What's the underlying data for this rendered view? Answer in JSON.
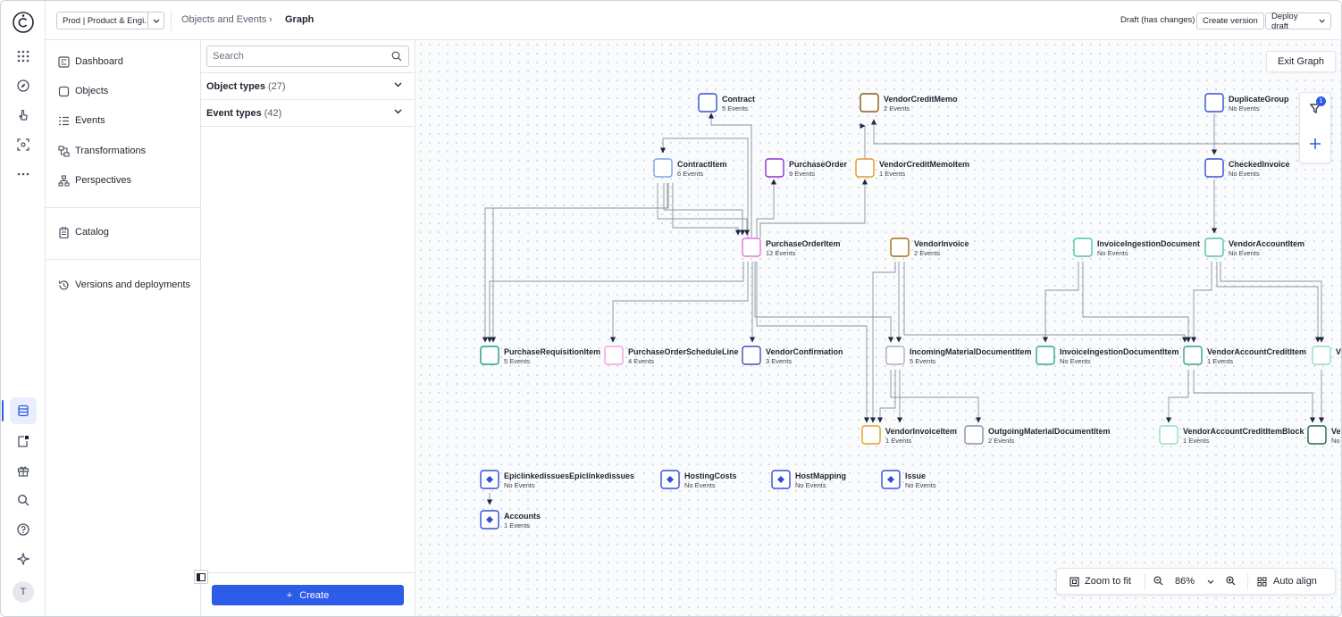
{
  "topbar": {
    "environment": "Prod | Product & Engi...",
    "breadcrumb": [
      "Objects and Events",
      "Graph"
    ],
    "breadcrumb_separator": "›",
    "status": "Draft (has changes)",
    "create_version": "Create version",
    "deploy_draft": "Deploy draft"
  },
  "menu": {
    "items": [
      "Dashboard",
      "Objects",
      "Events",
      "Transformations",
      "Perspectives"
    ],
    "catalog": "Catalog",
    "versions": "Versions and deployments"
  },
  "panel": {
    "search_placeholder": "Search",
    "object_types_label": "Object types",
    "object_types_count": "(27)",
    "event_types_label": "Event types",
    "event_types_count": "(42)",
    "create_label": "Create"
  },
  "canvas": {
    "exit_graph": "Exit Graph",
    "filter_badge": "1",
    "zoom_to_fit": "Zoom to fit",
    "zoom_level": "86%",
    "auto_align": "Auto align"
  },
  "rail": {
    "avatar": "T"
  },
  "colors": {
    "accent": "#2c5ce8"
  },
  "graph": {
    "nodes": [
      {
        "id": "contract",
        "name": "Contract",
        "sub": "5 Events",
        "color": "#2f4fd8"
      },
      {
        "id": "vcm",
        "name": "VendorCreditMemo",
        "sub": "2 Events",
        "color": "#8a5a12"
      },
      {
        "id": "dup",
        "name": "DuplicateGroup",
        "sub": "No Events",
        "color": "#2f4fd8"
      },
      {
        "id": "ci",
        "name": "ContractItem",
        "sub": "6 Events",
        "color": "#7aa3e8"
      },
      {
        "id": "po",
        "name": "PurchaseOrder",
        "sub": "9 Events",
        "color": "#8a2fd8"
      },
      {
        "id": "vcmi",
        "name": "VendorCreditMemoItem",
        "sub": "1 Events",
        "color": "#e09a2a"
      },
      {
        "id": "chk",
        "name": "CheckedInvoice",
        "sub": "No Events",
        "color": "#2f4fd8"
      },
      {
        "id": "poi",
        "name": "PurchaseOrderItem",
        "sub": "12 Events",
        "color": "#e07ad8"
      },
      {
        "id": "vi",
        "name": "VendorInvoice",
        "sub": "2 Events",
        "color": "#a86a12"
      },
      {
        "id": "iid",
        "name": "InvoiceIngestionDocument",
        "sub": "No Events",
        "color": "#4fc4a0"
      },
      {
        "id": "vai",
        "name": "VendorAccountItem",
        "sub": "No Events",
        "color": "#4fc4a0"
      },
      {
        "id": "pri",
        "name": "PurchaseRequisitionItem",
        "sub": "5 Events",
        "color": "#1e9a8a"
      },
      {
        "id": "posl",
        "name": "PurchaseOrderScheduleLine",
        "sub": "4 Events",
        "color": "#f0a0e0"
      },
      {
        "id": "vc",
        "name": "VendorConfirmation",
        "sub": "3 Events",
        "color": "#3a50b8"
      },
      {
        "id": "imdi",
        "name": "IncomingMaterialDocumentItem",
        "sub": "5 Events",
        "color": "#aab0c0"
      },
      {
        "id": "iidi",
        "name": "InvoiceIngestionDocumentItem",
        "sub": "No Events",
        "color": "#2fa88a"
      },
      {
        "id": "vaci",
        "name": "VendorAccountCreditItem",
        "sub": "1 Events",
        "color": "#2fa88a"
      },
      {
        "id": "edge1",
        "name": "Ve",
        "sub": "",
        "color": "#8fe0c8"
      },
      {
        "id": "vii",
        "name": "VendorInvoiceItem",
        "sub": "1 Events",
        "color": "#e0a020"
      },
      {
        "id": "omdi",
        "name": "OutgoingMaterialDocumentItem",
        "sub": "2 Events",
        "color": "#8a90a8"
      },
      {
        "id": "vacib",
        "name": "VendorAccountCreditItemBlock",
        "sub": "1 Events",
        "color": "#8fe0c8"
      },
      {
        "id": "edge2",
        "name": "Ve",
        "sub": "No",
        "color": "#1e6a4a"
      },
      {
        "id": "epic",
        "name": "EpiclinkedissuesEpiclinkedissues",
        "sub": "No Events",
        "color": "#2f4fd8",
        "diamond": true
      },
      {
        "id": "host",
        "name": "HostingCosts",
        "sub": "No Events",
        "color": "#2f4fd8",
        "diamond": true
      },
      {
        "id": "hmap",
        "name": "HostMapping",
        "sub": "No Events",
        "color": "#2f4fd8",
        "diamond": true
      },
      {
        "id": "issue",
        "name": "Issue",
        "sub": "No Events",
        "color": "#2f4fd8",
        "diamond": true
      },
      {
        "id": "acct",
        "name": "Accounts",
        "sub": "1 Events",
        "color": "#2f4fd8",
        "diamond": true
      }
    ]
  }
}
